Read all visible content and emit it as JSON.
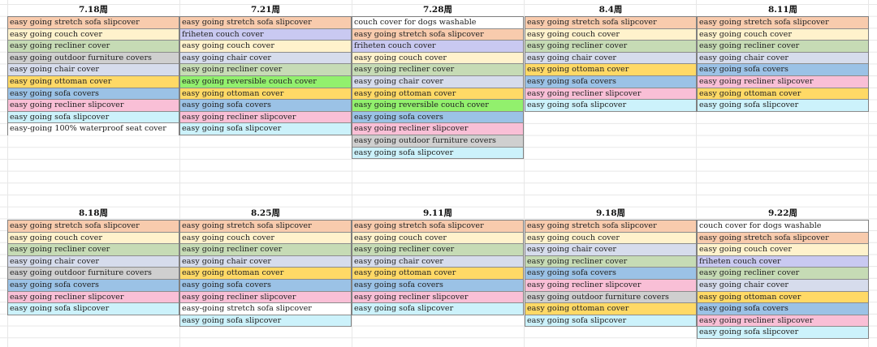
{
  "colors": {
    "peach": "#f8cbad",
    "lavender": "#c9c9f1",
    "yellow": "#fff2cc",
    "sage": "#c6dbb5",
    "grey_blue": "#d6dcec",
    "orange": "#ffd966",
    "blue": "#9bc2e6",
    "pink": "#f9bfd6",
    "cyan": "#ccf2fb",
    "green": "#92f06d",
    "grey": "#cfcfcf",
    "white": "#ffffff"
  },
  "weeks": [
    {
      "title": "7.18周",
      "items": [
        {
          "text": "easy going stretch sofa slipcover",
          "color": "#f8cbad"
        },
        {
          "text": "easy going couch cover",
          "color": "#fff2cc"
        },
        {
          "text": "easy going recliner cover",
          "color": "#c6dbb5"
        },
        {
          "text": "easy going outdoor furniture covers",
          "color": "#cfcfcf"
        },
        {
          "text": "easy going chair cover",
          "color": "#d6dcec"
        },
        {
          "text": "easy going ottoman cover",
          "color": "#ffd966"
        },
        {
          "text": "easy going sofa covers",
          "color": "#9bc2e6"
        },
        {
          "text": "easy going recliner slipcover",
          "color": "#f9bfd6"
        },
        {
          "text": "easy going sofa slipcover",
          "color": "#ccf2fb"
        },
        {
          "text": "easy-going 100% waterproof seat cover",
          "color": "#ffffff",
          "plain": true
        }
      ]
    },
    {
      "title": "7.21周",
      "items": [
        {
          "text": "easy going stretch sofa slipcover",
          "color": "#f8cbad"
        },
        {
          "text": "friheten couch cover",
          "color": "#c9c9f1"
        },
        {
          "text": "easy going couch cover",
          "color": "#fff2cc"
        },
        {
          "text": "easy going chair cover",
          "color": "#d6dcec"
        },
        {
          "text": "easy going recliner cover",
          "color": "#c6dbb5"
        },
        {
          "text": "easy going reversible couch cover",
          "color": "#92f06d"
        },
        {
          "text": "easy going ottoman cover",
          "color": "#ffd966"
        },
        {
          "text": "easy going sofa covers",
          "color": "#9bc2e6"
        },
        {
          "text": "easy going recliner slipcover",
          "color": "#f9bfd6"
        },
        {
          "text": "easy going sofa slipcover",
          "color": "#ccf2fb"
        }
      ]
    },
    {
      "title": "7.28周",
      "items": [
        {
          "text": "couch cover for dogs washable",
          "color": "#ffffff"
        },
        {
          "text": "easy going stretch sofa slipcover",
          "color": "#f8cbad"
        },
        {
          "text": "friheten couch cover",
          "color": "#c9c9f1"
        },
        {
          "text": "easy going couch cover",
          "color": "#fff2cc"
        },
        {
          "text": "easy going recliner cover",
          "color": "#c6dbb5"
        },
        {
          "text": "easy going chair cover",
          "color": "#d6dcec"
        },
        {
          "text": "easy going ottoman cover",
          "color": "#ffd966"
        },
        {
          "text": "easy going reversible couch cover",
          "color": "#92f06d"
        },
        {
          "text": "easy going sofa covers",
          "color": "#9bc2e6"
        },
        {
          "text": "easy going recliner slipcover",
          "color": "#f9bfd6"
        },
        {
          "text": "easy going outdoor furniture covers",
          "color": "#cfcfcf"
        },
        {
          "text": "easy going sofa slipcover",
          "color": "#ccf2fb"
        }
      ]
    },
    {
      "title": "8.4周",
      "items": [
        {
          "text": "easy going stretch sofa slipcover",
          "color": "#f8cbad"
        },
        {
          "text": "easy going couch cover",
          "color": "#fff2cc"
        },
        {
          "text": "easy going recliner cover",
          "color": "#c6dbb5"
        },
        {
          "text": "easy going chair cover",
          "color": "#d6dcec"
        },
        {
          "text": "easy going ottoman cover",
          "color": "#ffd966"
        },
        {
          "text": "easy going sofa covers",
          "color": "#9bc2e6"
        },
        {
          "text": "easy going recliner slipcover",
          "color": "#f9bfd6"
        },
        {
          "text": "easy going sofa slipcover",
          "color": "#ccf2fb"
        }
      ]
    },
    {
      "title": "8.11周",
      "items": [
        {
          "text": "easy going stretch sofa slipcover",
          "color": "#f8cbad"
        },
        {
          "text": "easy going couch cover",
          "color": "#fff2cc"
        },
        {
          "text": "easy going recliner cover",
          "color": "#c6dbb5"
        },
        {
          "text": "easy going chair cover",
          "color": "#d6dcec"
        },
        {
          "text": "easy going sofa covers",
          "color": "#9bc2e6"
        },
        {
          "text": "easy going recliner slipcover",
          "color": "#f9bfd6"
        },
        {
          "text": "easy going ottoman cover",
          "color": "#ffd966"
        },
        {
          "text": "easy going sofa slipcover",
          "color": "#ccf2fb"
        }
      ]
    },
    {
      "title": "8.18周",
      "items": [
        {
          "text": "easy going stretch sofa slipcover",
          "color": "#f8cbad"
        },
        {
          "text": "easy going couch cover",
          "color": "#fff2cc"
        },
        {
          "text": "easy going recliner cover",
          "color": "#c6dbb5"
        },
        {
          "text": "easy going chair cover",
          "color": "#d6dcec"
        },
        {
          "text": "easy going outdoor furniture covers",
          "color": "#cfcfcf"
        },
        {
          "text": "easy going sofa covers",
          "color": "#9bc2e6"
        },
        {
          "text": "easy going recliner slipcover",
          "color": "#f9bfd6"
        },
        {
          "text": "easy going sofa slipcover",
          "color": "#ccf2fb"
        }
      ]
    },
    {
      "title": "8.25周",
      "items": [
        {
          "text": "easy going stretch sofa slipcover",
          "color": "#f8cbad"
        },
        {
          "text": "easy going couch cover",
          "color": "#fff2cc"
        },
        {
          "text": "easy going recliner cover",
          "color": "#c6dbb5"
        },
        {
          "text": "easy going chair cover",
          "color": "#d6dcec"
        },
        {
          "text": "easy going ottoman cover",
          "color": "#ffd966"
        },
        {
          "text": "easy going sofa covers",
          "color": "#9bc2e6"
        },
        {
          "text": "easy going recliner slipcover",
          "color": "#f9bfd6"
        },
        {
          "text": "easy-going stretch sofa slipcover",
          "color": "#ffffff"
        },
        {
          "text": "easy going sofa slipcover",
          "color": "#ccf2fb"
        }
      ]
    },
    {
      "title": "9.11周",
      "items": [
        {
          "text": "easy going stretch sofa slipcover",
          "color": "#f8cbad"
        },
        {
          "text": "easy going couch cover",
          "color": "#fff2cc"
        },
        {
          "text": "easy going recliner cover",
          "color": "#c6dbb5"
        },
        {
          "text": "easy going chair cover",
          "color": "#d6dcec"
        },
        {
          "text": "easy going ottoman cover",
          "color": "#ffd966"
        },
        {
          "text": "easy going sofa covers",
          "color": "#9bc2e6"
        },
        {
          "text": "easy going recliner slipcover",
          "color": "#f9bfd6"
        },
        {
          "text": "easy going sofa slipcover",
          "color": "#ccf2fb"
        }
      ]
    },
    {
      "title": "9.18周",
      "items": [
        {
          "text": "easy going stretch sofa slipcover",
          "color": "#f8cbad"
        },
        {
          "text": "easy going couch cover",
          "color": "#fff2cc"
        },
        {
          "text": "easy going chair cover",
          "color": "#d6dcec"
        },
        {
          "text": "easy going recliner cover",
          "color": "#c6dbb5"
        },
        {
          "text": "easy going sofa covers",
          "color": "#9bc2e6"
        },
        {
          "text": "easy going recliner slipcover",
          "color": "#f9bfd6"
        },
        {
          "text": "easy going outdoor furniture covers",
          "color": "#cfcfcf"
        },
        {
          "text": "easy going ottoman cover",
          "color": "#ffd966"
        },
        {
          "text": "easy going sofa slipcover",
          "color": "#ccf2fb"
        }
      ]
    },
    {
      "title": "9.22周",
      "items": [
        {
          "text": "couch cover for dogs washable",
          "color": "#ffffff"
        },
        {
          "text": "easy going stretch sofa slipcover",
          "color": "#f8cbad"
        },
        {
          "text": "easy going couch cover",
          "color": "#fff2cc"
        },
        {
          "text": "friheten couch cover",
          "color": "#c9c9f1"
        },
        {
          "text": "easy going recliner cover",
          "color": "#c6dbb5"
        },
        {
          "text": "easy going chair cover",
          "color": "#d6dcec"
        },
        {
          "text": "easy going ottoman cover",
          "color": "#ffd966"
        },
        {
          "text": "easy going sofa covers",
          "color": "#9bc2e6"
        },
        {
          "text": "easy going recliner slipcover",
          "color": "#f9bfd6"
        },
        {
          "text": "easy going sofa slipcover",
          "color": "#ccf2fb"
        }
      ]
    }
  ]
}
